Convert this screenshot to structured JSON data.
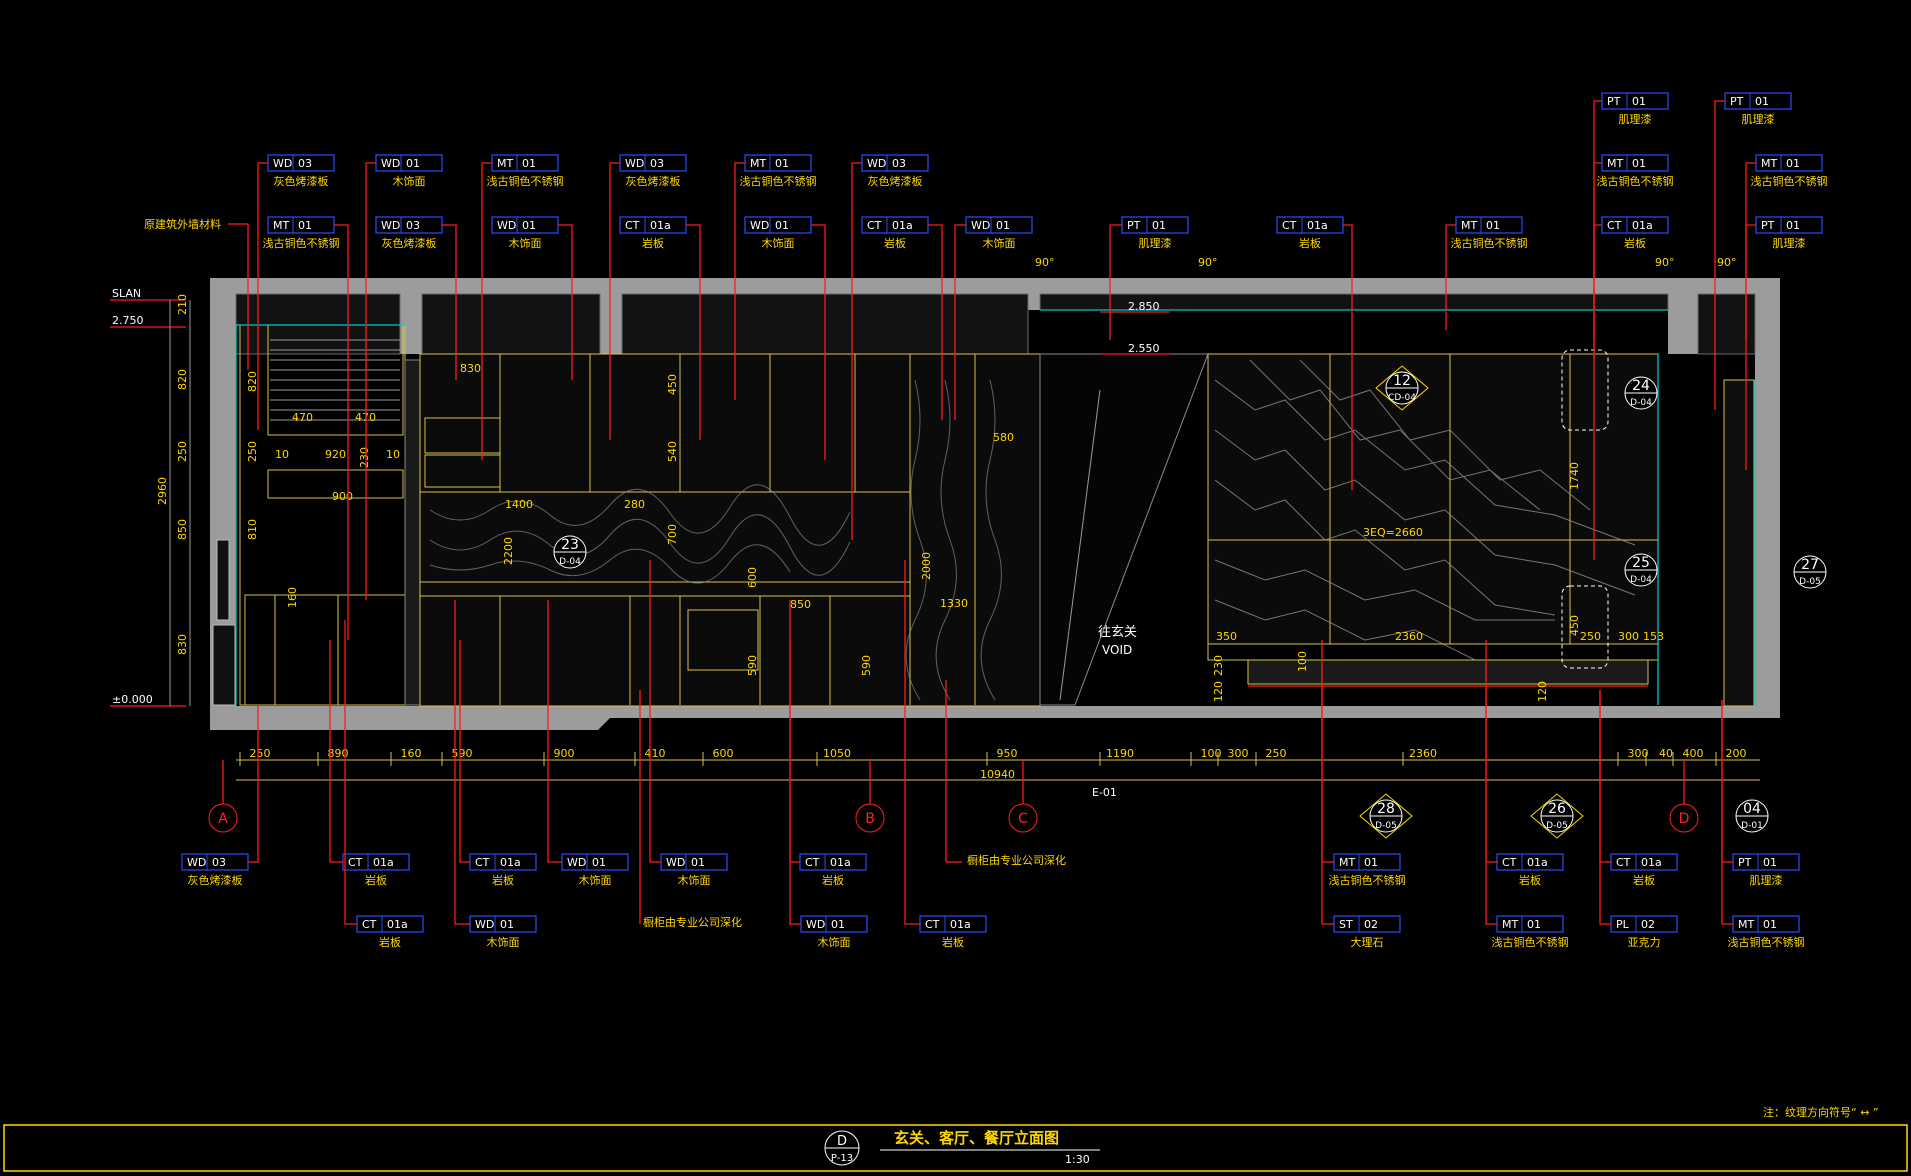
{
  "title": {
    "symbol_letter": "D",
    "symbol_sheet": "P-13",
    "name": "玄关、客厅、餐厅立面图",
    "scale": "1:30",
    "note": "注：纹理方向符号“ ↔ ”"
  },
  "top_tags": [
    {
      "code": "WD",
      "num": "03",
      "caption": "灰色烤漆板"
    },
    {
      "code": "WD",
      "num": "01",
      "caption": "木饰面"
    },
    {
      "code": "MT",
      "num": "01",
      "caption": "浅古铜色不锈钢"
    },
    {
      "code": "WD",
      "num": "03",
      "caption": "灰色烤漆板"
    },
    {
      "code": "MT",
      "num": "01",
      "caption": "浅古铜色不锈钢"
    },
    {
      "code": "WD",
      "num": "03",
      "caption": "灰色烤漆板"
    },
    {
      "code": "MT",
      "num": "01",
      "caption": "浅古铜色不锈钢"
    },
    {
      "code": "WD",
      "num": "03",
      "caption": "灰色烤漆板"
    },
    {
      "code": "WD",
      "num": "01",
      "caption": "木饰面"
    },
    {
      "code": "CT",
      "num": "01a",
      "caption": "岩板"
    },
    {
      "code": "WD",
      "num": "01",
      "caption": "木饰面"
    },
    {
      "code": "CT",
      "num": "01a",
      "caption": "岩板"
    },
    {
      "code": "WD",
      "num": "01",
      "caption": "木饰面"
    },
    {
      "code": "PT",
      "num": "01",
      "caption": "肌理漆"
    },
    {
      "code": "CT",
      "num": "01a",
      "caption": "岩板"
    },
    {
      "code": "MT",
      "num": "01",
      "caption": "浅古铜色不锈钢"
    },
    {
      "code": "PT",
      "num": "01",
      "caption": "肌理漆"
    },
    {
      "code": "MT",
      "num": "01",
      "caption": "浅古铜色不锈钢"
    },
    {
      "code": "CT",
      "num": "01a",
      "caption": "岩板"
    },
    {
      "code": "PT",
      "num": "01",
      "caption": "肌理漆"
    },
    {
      "code": "MT",
      "num": "01",
      "caption": "浅古铜色不锈钢"
    },
    {
      "code": "PT",
      "num": "01",
      "caption": "肌理漆"
    }
  ],
  "bottom_tags": [
    {
      "code": "WD",
      "num": "03",
      "caption": "灰色烤漆板"
    },
    {
      "code": "CT",
      "num": "01a",
      "caption": "岩板"
    },
    {
      "code": "CT",
      "num": "01a",
      "caption": "岩板"
    },
    {
      "code": "WD",
      "num": "01",
      "caption": "木饰面"
    },
    {
      "code": "WD",
      "num": "01",
      "caption": "木饰面"
    },
    {
      "code": "CT",
      "num": "01a",
      "caption": "岩板"
    },
    {
      "code": "CT",
      "num": "01a",
      "caption": "岩板"
    },
    {
      "code": "WD",
      "num": "01",
      "caption": "木饰面"
    },
    {
      "code": "WD",
      "num": "01",
      "caption": "木饰面"
    },
    {
      "code": "CT",
      "num": "01a",
      "caption": "岩板"
    },
    {
      "code": "MT",
      "num": "01",
      "caption": "浅古铜色不锈钢"
    },
    {
      "code": "ST",
      "num": "02",
      "caption": "大理石"
    },
    {
      "code": "CT",
      "num": "01a",
      "caption": "岩板"
    },
    {
      "code": "MT",
      "num": "01",
      "caption": "浅古铜色不锈钢"
    },
    {
      "code": "CT",
      "num": "01a",
      "caption": "岩板"
    },
    {
      "code": "PL",
      "num": "02",
      "caption": "亚克力"
    },
    {
      "code": "PT",
      "num": "01",
      "caption": "肌理漆"
    },
    {
      "code": "MT",
      "num": "01",
      "caption": "浅古铜色不锈钢"
    }
  ],
  "notes": {
    "exterior_wall": "原建筑外墙材料",
    "cabinet_note_1": "橱柜由专业公司深化",
    "cabinet_note_2": "橱柜由专业公司深化",
    "void_text_1": "往玄关",
    "void_text_2": "VOID"
  },
  "levels": {
    "slan": "SLAN",
    "l2750": "2.750",
    "l0": "±0.000",
    "l2850": "2.850",
    "l2550": "2.550"
  },
  "angles": [
    "90°",
    "90°",
    "90°",
    "90°"
  ],
  "grid_bubbles": [
    "A",
    "B",
    "C",
    "D"
  ],
  "section_refs": [
    {
      "num": "23",
      "sheet": "D-04"
    },
    {
      "num": "12",
      "sheet": "CD-04"
    },
    {
      "num": "24",
      "sheet": "D-04"
    },
    {
      "num": "25",
      "sheet": "D-04"
    },
    {
      "num": "27",
      "sheet": "D-05"
    },
    {
      "num": "28",
      "sheet": "D-05"
    },
    {
      "num": "26",
      "sheet": "D-05"
    },
    {
      "num": "04",
      "sheet": "D-01"
    }
  ],
  "bottom_dims": [
    "250",
    "890",
    "160",
    "590",
    "900",
    "410",
    "600",
    "1050",
    "950",
    "1190",
    "100",
    "300",
    "250",
    "2360",
    "300",
    "40",
    "400",
    "200"
  ],
  "total_dim": "10940",
  "elevation_label": "E-01",
  "left_dims": [
    "210",
    "820",
    "250",
    "850",
    "830"
  ],
  "total_height": "2960",
  "inner_dims": {
    "d830": "830",
    "d470a": "470",
    "d470b": "470",
    "d920": "920",
    "d10a": "10",
    "d10b": "10",
    "d230": "230",
    "d900": "900",
    "d1400": "1400",
    "d280": "280",
    "d2200": "2200",
    "d450": "450",
    "d540": "540",
    "d700": "700",
    "d600": "600",
    "d580": "580",
    "d2000": "2000",
    "d850": "850",
    "d1330": "1330",
    "d590a": "590",
    "d590b": "590",
    "d820": "820",
    "d250": "250",
    "d810": "810",
    "d160": "160",
    "d3x": "3EQ=2660",
    "d1740": "1740",
    "d350": "350",
    "d2360": "2360",
    "d250b": "250",
    "d300": "300",
    "d153": "153",
    "d450b": "450",
    "d120a": "120",
    "d230b": "230",
    "d100": "100",
    "d120b": "120"
  }
}
